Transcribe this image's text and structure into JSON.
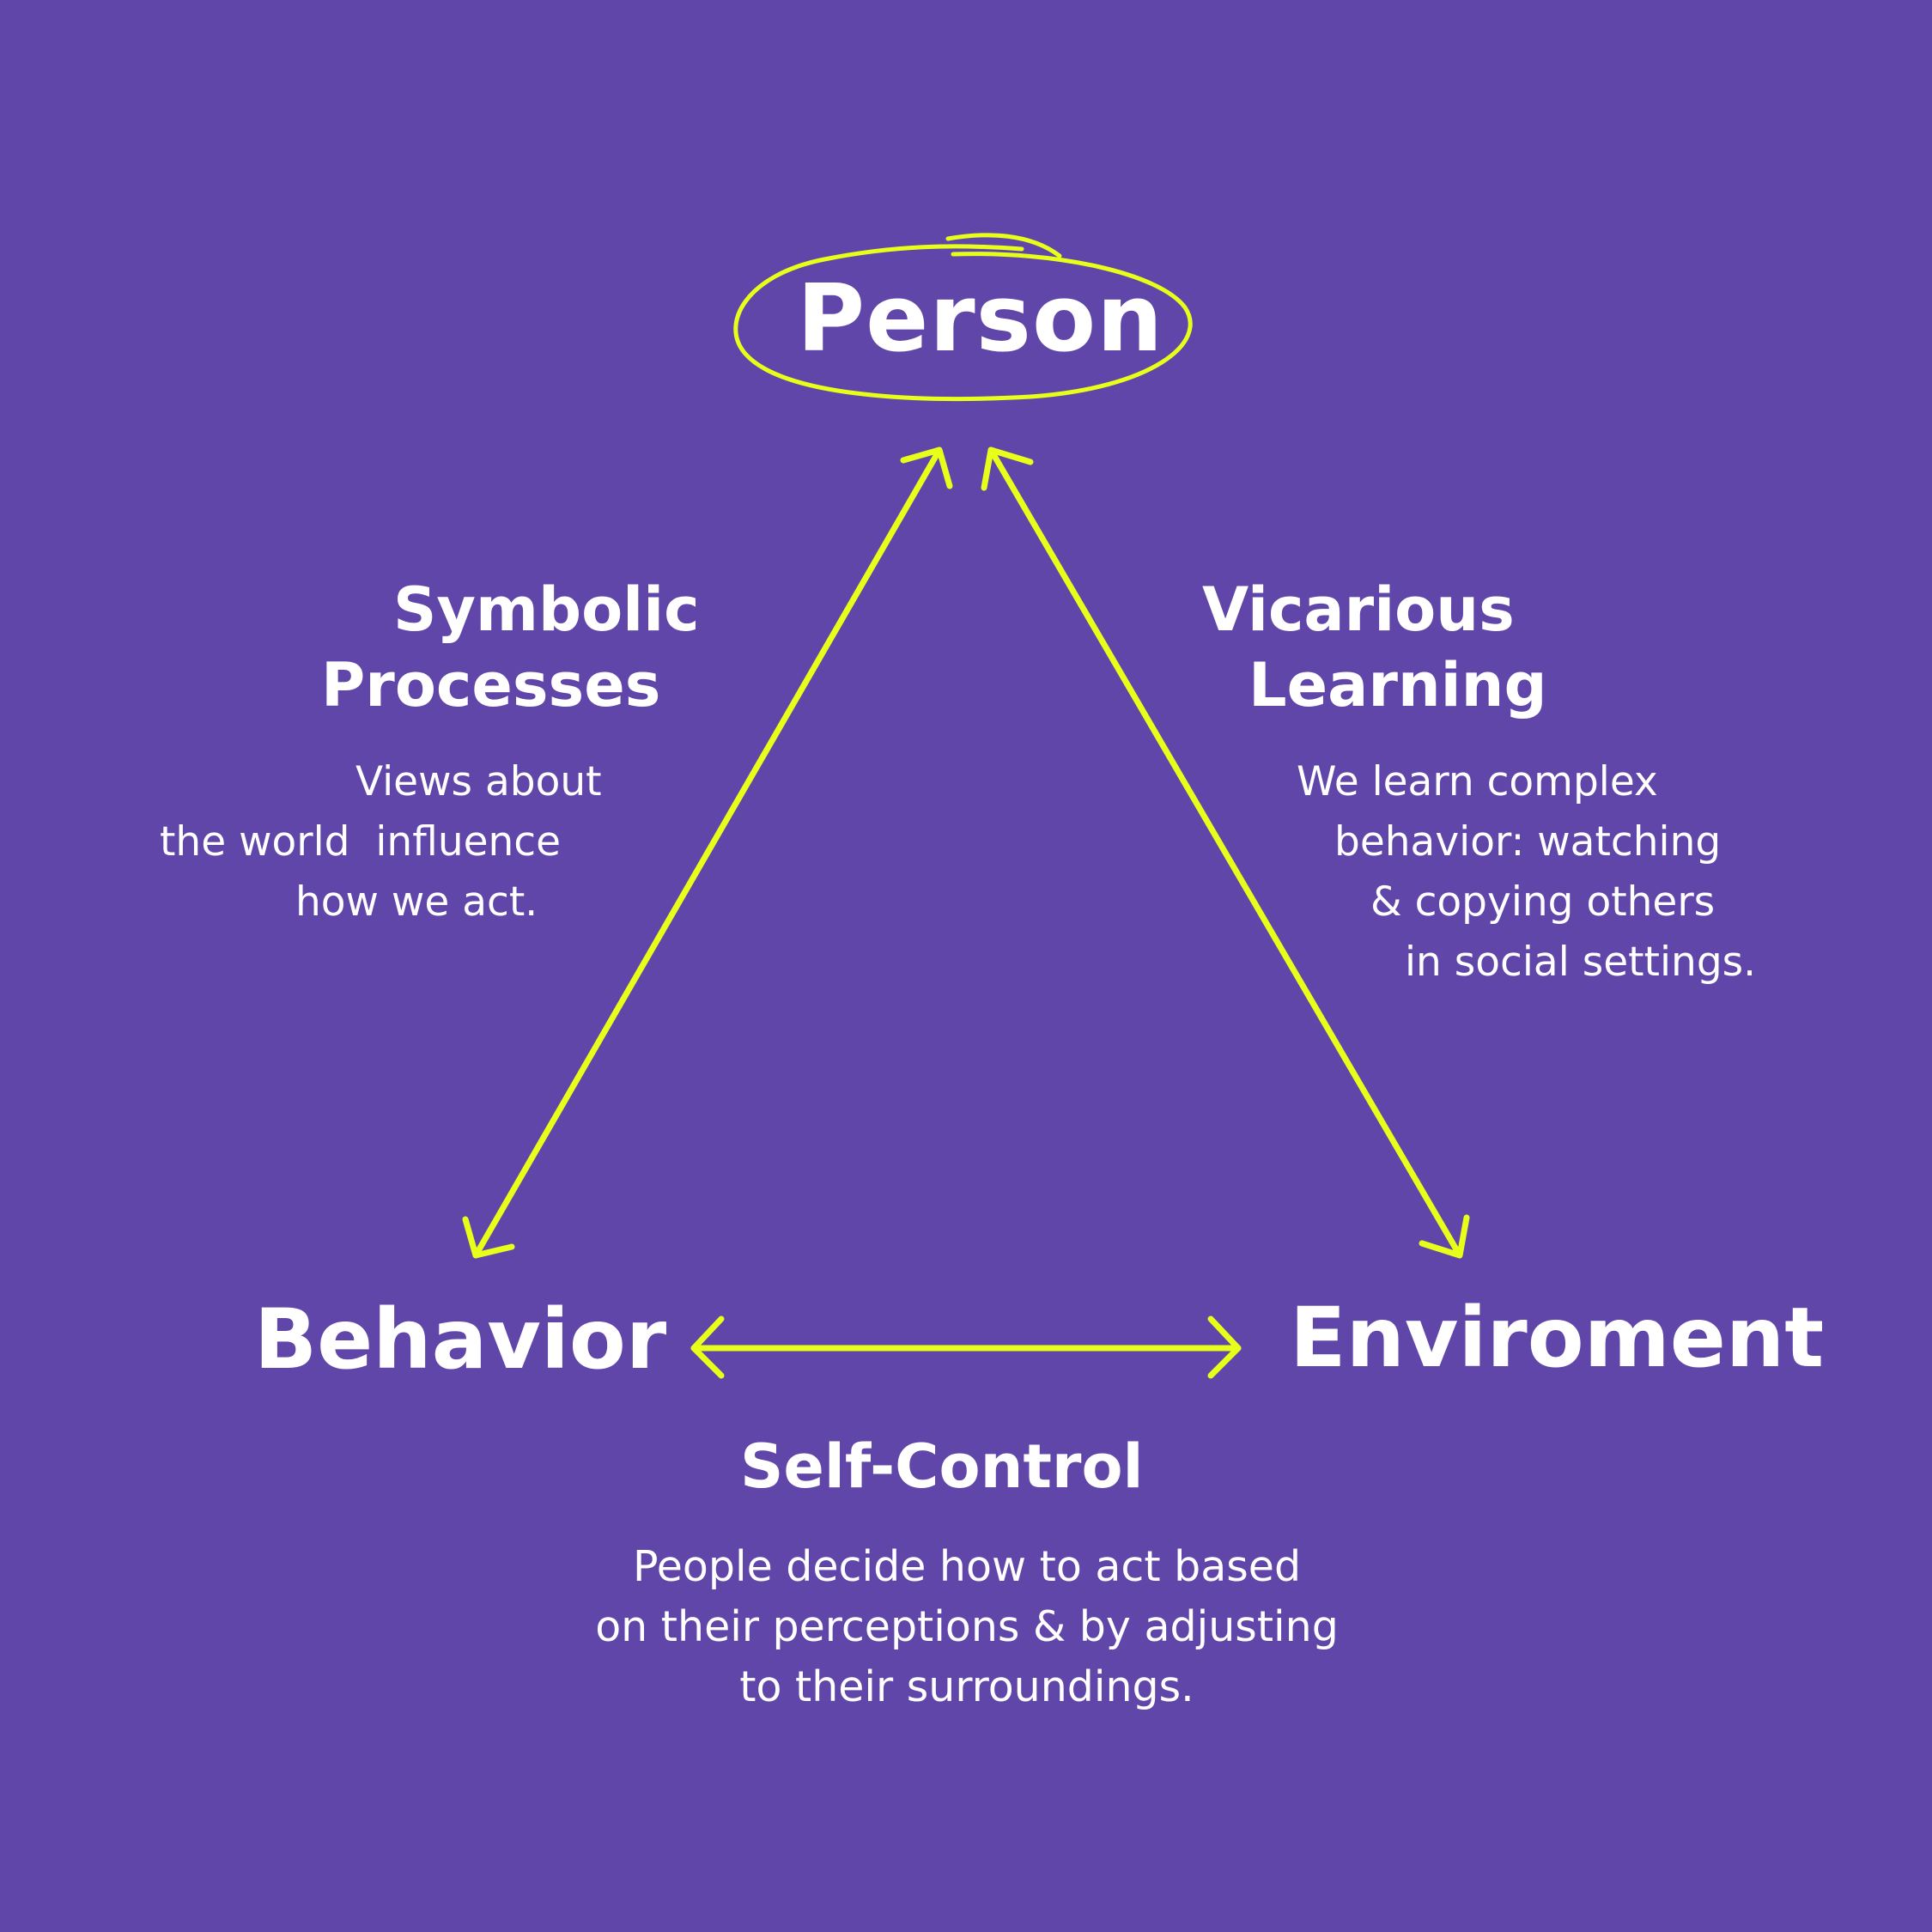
{
  "colors": {
    "background": "#6146AA",
    "accent": "#E8FF1A",
    "text": "#FFFFFF"
  },
  "nodes": {
    "person": "Person",
    "behavior": "Behavior",
    "environment": "Enviroment"
  },
  "relations": {
    "symbolic": {
      "title": [
        "Symbolic",
        "Processes"
      ],
      "description": [
        "Views about",
        "the world  influence",
        "how we act."
      ]
    },
    "vicarious": {
      "title": [
        "Vicarious",
        "Learning"
      ],
      "description": [
        "We learn complex",
        "behavior: watching",
        "& copying others",
        "in social settings."
      ]
    },
    "self_control": {
      "title": "Self-Control",
      "description": [
        "People decide how to act based",
        "on their perceptions & by adjusting",
        "to their surroundings."
      ]
    }
  }
}
